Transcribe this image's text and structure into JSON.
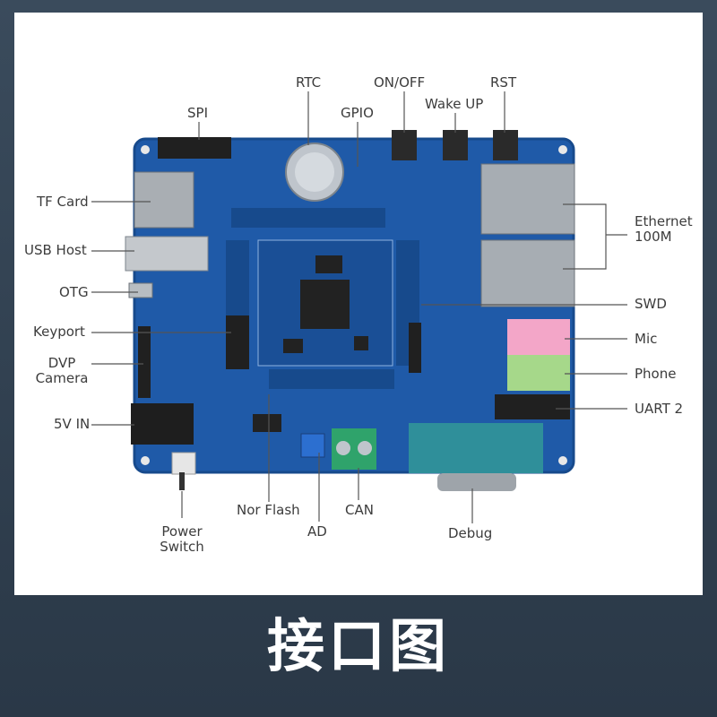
{
  "caption": "接口图",
  "labels": {
    "spi": "SPI",
    "rtc": "RTC",
    "gpio": "GPIO",
    "onoff": "ON/OFF",
    "wakeup": "Wake UP",
    "rst": "RST",
    "tfcard": "TF Card",
    "usbhost": "USB Host",
    "otg": "OTG",
    "keyport": "Keyport",
    "dvp_line1": "DVP",
    "dvp_line2": "Camera",
    "fivevin": "5V IN",
    "power_line1": "Power",
    "power_line2": "Switch",
    "norflash": "Nor Flash",
    "ad": "AD",
    "can": "CAN",
    "debug": "Debug",
    "ethernet_line1": "Ethernet",
    "ethernet_line2": "100M",
    "swd": "SWD",
    "mic": "Mic",
    "phone": "Phone",
    "uart2": "UART 2"
  },
  "colors": {
    "pcb": "#1f5aa8",
    "pcb_dark": "#174a8c",
    "leader_line": "#555555",
    "mic_jack": "#f3a6c8",
    "phone_jack": "#a6d88a",
    "rtc_battery": "#bfc5cc",
    "can_terminal": "#2fa36b",
    "debug_db9": "#2f8f9a"
  }
}
